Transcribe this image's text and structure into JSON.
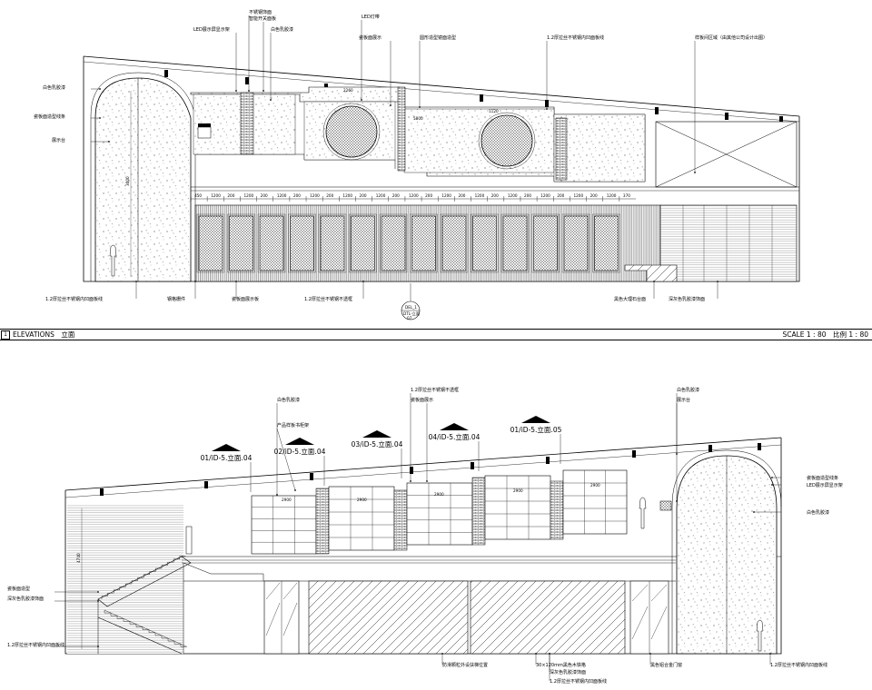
{
  "bar": {
    "number": "1",
    "title": "ELEVATIONS　立面",
    "scale": "SCALE 1 : 80　比例 1 : 80"
  },
  "top": {
    "callouts": [
      {
        "id": "t1",
        "text": "不锈钢饰面"
      },
      {
        "id": "t2",
        "text": "智能开关面板"
      },
      {
        "id": "t3",
        "text": "LED展示屏显示架"
      },
      {
        "id": "t4",
        "text": "白色乳胶漆"
      },
      {
        "id": "t5",
        "text": "LED灯带"
      },
      {
        "id": "t6",
        "text": "瓷板面展示"
      },
      {
        "id": "t7",
        "text": "圆形造型镜面造型"
      },
      {
        "id": "t8",
        "text": "1.2厚拉丝不锈钢内凹面板线"
      },
      {
        "id": "t9",
        "text": "样板间区域（由其他公司设计出图）"
      },
      {
        "id": "t10",
        "text": "白色乳胶漆"
      },
      {
        "id": "t11",
        "text": "瓷板面造型线条"
      },
      {
        "id": "t12",
        "text": "展示台"
      },
      {
        "id": "t13",
        "text": "1.2厚拉丝不锈钢内凹面板线"
      },
      {
        "id": "t14",
        "text": "钢格栅件"
      },
      {
        "id": "t15",
        "text": "瓷板面展示板"
      },
      {
        "id": "t16",
        "text": "1.2厚拉丝不锈钢不透框"
      },
      {
        "id": "t17",
        "text": "黑色大理石台面"
      },
      {
        "id": "t18",
        "text": "深灰色乳胶漆饰面"
      }
    ],
    "dims": [
      "450",
      "1200",
      "200",
      "1200",
      "200",
      "1200",
      "200",
      "1200",
      "200",
      "1200",
      "200",
      "1200",
      "200",
      "1200",
      "200",
      "1200",
      "200",
      "1200",
      "200",
      "1200",
      "200",
      "1200",
      "200",
      "1200",
      "200",
      "1200",
      "370"
    ],
    "arch_height": "3000",
    "upper_dims": [
      "2260",
      "1120",
      "5800"
    ],
    "section_tag": {
      "line1": "DEL_1",
      "line2": "DTL-立面",
      "line3": "07"
    }
  },
  "bottom": {
    "tags": [
      "01/iD-5.立面.04",
      "02/iD-5.立面.04",
      "03/iD-5.立面.04",
      "04/iD-5.立面.04",
      "01/iD-5.立面.05"
    ],
    "callouts": [
      {
        "id": "b1",
        "text": "白色乳胶漆"
      },
      {
        "id": "b2",
        "text": "产品样板书柜架"
      },
      {
        "id": "b3",
        "text": "1.2厚拉丝不锈钢不透框"
      },
      {
        "id": "b4",
        "text": "瓷板面展示"
      },
      {
        "id": "b5",
        "text": "白色乳胶漆"
      },
      {
        "id": "b6",
        "text": "展示台"
      },
      {
        "id": "b7",
        "text": "瓷板面造型线条"
      },
      {
        "id": "b8",
        "text": "LED展示屏显示架"
      },
      {
        "id": "b9",
        "text": "白色乳胶漆"
      },
      {
        "id": "b10",
        "text": "瓷板面造型"
      },
      {
        "id": "b11",
        "text": "深灰色乳胶漆饰面"
      },
      {
        "id": "b12",
        "text": "1.2厚拉丝不锈钢内凹面板线"
      },
      {
        "id": "b13",
        "text": "防滑颗粒外设扶梯位置"
      },
      {
        "id": "b14",
        "text": "30×120mm黑色木铁格"
      },
      {
        "id": "b15",
        "text": "深灰色乳胶漆饰面"
      },
      {
        "id": "b16",
        "text": "1.2厚拉丝不锈钢内凹面板线"
      },
      {
        "id": "b17",
        "text": "黑色铝合金门窗"
      },
      {
        "id": "b18",
        "text": "1.2厚拉丝不锈钢内凹面板线"
      }
    ],
    "wall_height": "4740",
    "panel_dims": [
      "2900",
      "2900",
      "2900",
      "2900",
      "2900"
    ]
  }
}
